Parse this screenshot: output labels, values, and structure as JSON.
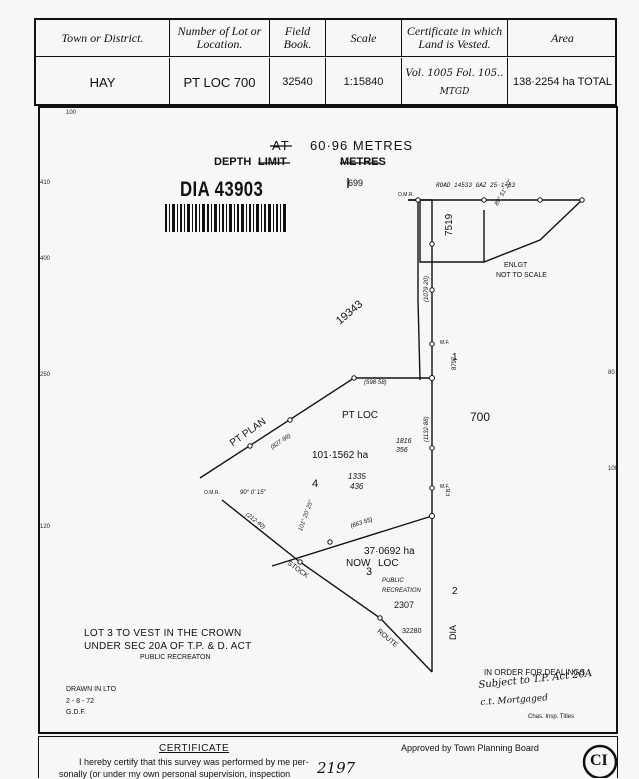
{
  "header": {
    "col_town": "Town or District.",
    "col_lot": "Number of Lot or Location.",
    "col_field": "Field Book.",
    "col_scale": "Scale",
    "col_cert": "Certificate in which Land is Vested.",
    "col_area": "Area",
    "val_town": "HAY",
    "val_lot": "PT LOC 700",
    "val_field": "32540",
    "val_scale": "1:15840",
    "val_cert": "Vol. 1005  Fol. 105..",
    "val_cert_note": "MTGD",
    "val_area": "138·2254 ha TOTAL"
  },
  "plan": {
    "title_line1_struck": "AT",
    "title_line1": "60·96 METRES",
    "title_depth": "DEPTH",
    "title_limit": "LIMIT",
    "title_metres": "METRES",
    "dia_number": "DIA 43903",
    "loc_699": "699",
    "loc_7519": "7519",
    "loc_19343": "19343",
    "loc_700": "700",
    "loc_8797": "8797",
    "pt_plan": "PT PLAN",
    "pt_loc": "PT LOC",
    "lot1": "1",
    "lot2": "2",
    "lot3": "3",
    "lot4": "4",
    "area4": "101·1562 ha",
    "area3": "37·0692 ha",
    "now": "NOW",
    "loc": "LOC",
    "public": "PUBLIC",
    "recreation": "RECREATION",
    "num_2307": "2307",
    "num_32280": "32280",
    "num_1335": "1335",
    "num_436": "436",
    "num_1816": "1816",
    "num_356": "356",
    "stock": "STOCK",
    "route": "ROUTE",
    "dia_label": "DIA",
    "enlgt": "ENLGT",
    "not_to_scale": "NOT TO SCALE",
    "road_note": "ROAD 14533 GAZ 25·1·63",
    "note_line1": "LOT 3 TO VEST IN THE CROWN",
    "note_line2": "UNDER SEC 20A OF T.P. & D. ACT",
    "note_line3": "PUBLIC     RECREATON",
    "drawn": "DRAWN   IN    LTO",
    "drawn_date": "2 - 8 - 72",
    "drawn_by": "G.D.F.",
    "dealings_title": "IN ORDER FOR DEALINGS",
    "dealings_1": "Subject to T.P. Act 20A",
    "dealings_2": "c.t. Mortgaged",
    "dealings_3": "Chas. Insp. Titles",
    "bearing_1": "90° 0' 15\"",
    "bearing_2": "101° 20' 25\"",
    "bearing_3": "89° 51' 20\"",
    "dist_1": "(598·58)",
    "dist_2": "(827·99)",
    "dist_3": "(863·55)",
    "dist_4": "(212·40)",
    "dist_5": "(1132·88)",
    "dist_6": "(1079·20)",
    "mark_omr": "O.M.R.",
    "mark_mf": "M.F.",
    "mark_fb": "F.B."
  },
  "certificate": {
    "title": "CERTIFICATE",
    "line1": "I hereby certify that this survey was performed by me per-",
    "line2": "sonally (or under my own personal supervision, inspection",
    "approved": "Approved by Town Planning Board",
    "handwritten": "2197",
    "ci": "CI"
  }
}
